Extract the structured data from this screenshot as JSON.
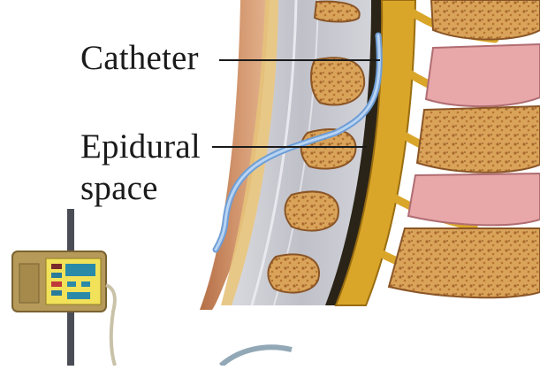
{
  "labels": {
    "catheter": "Catheter",
    "epidural_line1": "Epidural",
    "epidural_line2": "space"
  },
  "colors": {
    "skin": "#c98a63",
    "bone_edge": "#c88a3a",
    "bone_fill": "#d9a35a",
    "disc": "#e8a7a9",
    "nerve": "#d9a62a",
    "ligament": "#cfd0d6",
    "catheter": "#8fb6e2",
    "pump_body": "#b69a5a",
    "pump_panel": "#f2e25a"
  }
}
